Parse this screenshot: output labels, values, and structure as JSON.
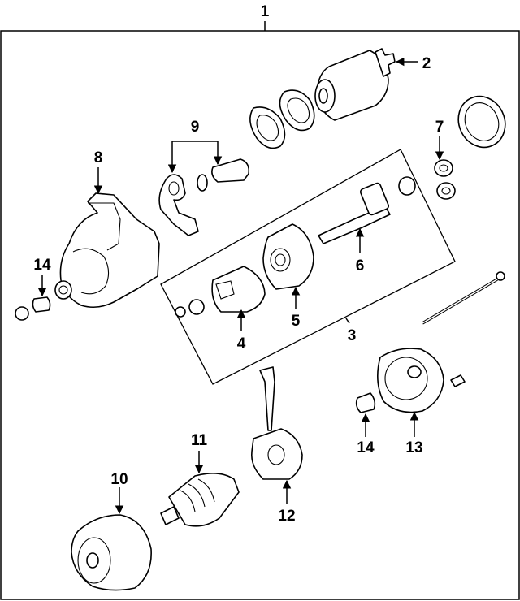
{
  "diagram": {
    "callouts": [
      {
        "id": "c1",
        "text": "1"
      },
      {
        "id": "c2",
        "text": "2"
      },
      {
        "id": "c3",
        "text": "3"
      },
      {
        "id": "c4",
        "text": "4"
      },
      {
        "id": "c5",
        "text": "5"
      },
      {
        "id": "c6",
        "text": "6"
      },
      {
        "id": "c7",
        "text": "7"
      },
      {
        "id": "c8",
        "text": "8"
      },
      {
        "id": "c9",
        "text": "9"
      },
      {
        "id": "c10",
        "text": "10"
      },
      {
        "id": "c11",
        "text": "11"
      },
      {
        "id": "c12",
        "text": "12"
      },
      {
        "id": "c13",
        "text": "13"
      },
      {
        "id": "c14a",
        "text": "14"
      },
      {
        "id": "c14b",
        "text": "14"
      }
    ]
  }
}
